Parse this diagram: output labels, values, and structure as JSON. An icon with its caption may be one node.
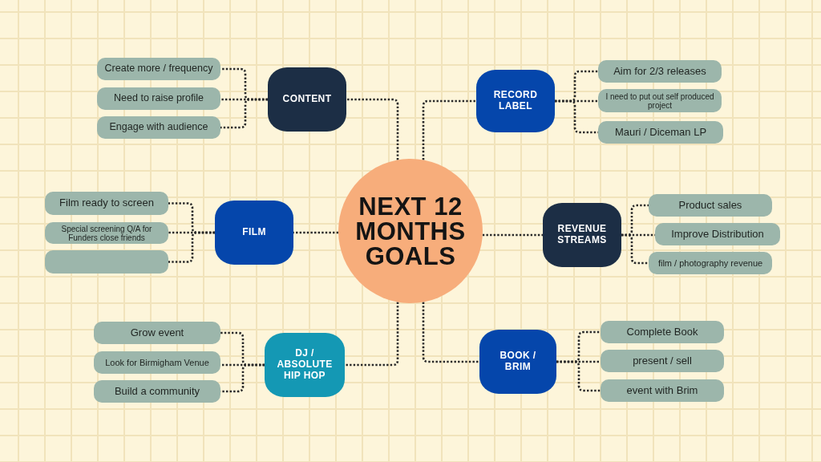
{
  "diagram": {
    "nodes": [
      {
        "text": [
          "NEXT 12 MONTHS GOALS"
        ]
      },
      {
        "text": [
          "CONTENT"
        ]
      },
      {
        "text": [
          "Create more / frequency"
        ]
      },
      {
        "text": [
          "Need to raise profile"
        ]
      },
      {
        "text": [
          "Engage with audience"
        ]
      },
      {
        "text": [
          "RECORD LABEL"
        ]
      },
      {
        "text": [
          "Aim for 2/3 releases"
        ]
      },
      {
        "text": [
          "I need to put out self produced project"
        ]
      },
      {
        "text": [
          "Mauri / Diceman LP"
        ]
      },
      {
        "text": [
          "FILM"
        ]
      },
      {
        "text": [
          "Film ready to screen"
        ]
      },
      {
        "text": [
          "Special screening Q/A for Funders close friends"
        ]
      },
      {
        "text": [],
        "shape": "box"
      },
      {
        "text": [
          "REVENUE STREAMS"
        ]
      },
      {
        "text": [
          "Product sales"
        ]
      },
      {
        "text": [
          "Improve Distribution"
        ]
      },
      {
        "text": [
          "film / photography revenue"
        ]
      },
      {
        "text": [
          "DJ / ABSOLUTE HIP HOP"
        ]
      },
      {
        "text": [
          "Grow event"
        ]
      },
      {
        "text": [
          "Look for Birmigham Venue"
        ]
      },
      {
        "text": [
          "Build a community"
        ]
      },
      {
        "text": [
          "BOOK / BRIM"
        ]
      },
      {
        "text": [
          "Complete Book"
        ]
      },
      {
        "text": [
          "present / sell"
        ]
      },
      {
        "text": [
          "event with Brim"
        ]
      }
    ],
    "edges": [
      {
        "from": 0,
        "to": 1,
        "arrow": "none"
      },
      {
        "from": 1,
        "to": 2,
        "arrow": "none"
      },
      {
        "from": 1,
        "to": 3,
        "arrow": "none"
      },
      {
        "from": 1,
        "to": 4,
        "arrow": "none"
      },
      {
        "from": 0,
        "to": 5,
        "arrow": "none"
      },
      {
        "from": 5,
        "to": 6,
        "arrow": "none"
      },
      {
        "from": 5,
        "to": 7,
        "arrow": "none"
      },
      {
        "from": 5,
        "to": 8,
        "arrow": "none"
      },
      {
        "from": 0,
        "to": 9,
        "arrow": "none"
      },
      {
        "from": 9,
        "to": 10,
        "arrow": "none"
      },
      {
        "from": 9,
        "to": 11,
        "arrow": "none"
      },
      {
        "from": 9,
        "to": 12,
        "arrow": "none"
      },
      {
        "from": 0,
        "to": 13,
        "arrow": "none"
      },
      {
        "from": 13,
        "to": 14,
        "arrow": "none"
      },
      {
        "from": 13,
        "to": 15,
        "arrow": "none"
      },
      {
        "from": 13,
        "to": 16,
        "arrow": "none"
      },
      {
        "from": 0,
        "to": 17,
        "arrow": "none"
      },
      {
        "from": 17,
        "to": 18,
        "arrow": "none"
      },
      {
        "from": 17,
        "to": 19,
        "arrow": "none"
      },
      {
        "from": 17,
        "to": 20,
        "arrow": "none"
      },
      {
        "from": 0,
        "to": 21,
        "arrow": "none"
      },
      {
        "from": 21,
        "to": 22,
        "arrow": "none"
      },
      {
        "from": 21,
        "to": 23,
        "arrow": "none"
      },
      {
        "from": 21,
        "to": 24,
        "arrow": "none"
      }
    ]
  }
}
